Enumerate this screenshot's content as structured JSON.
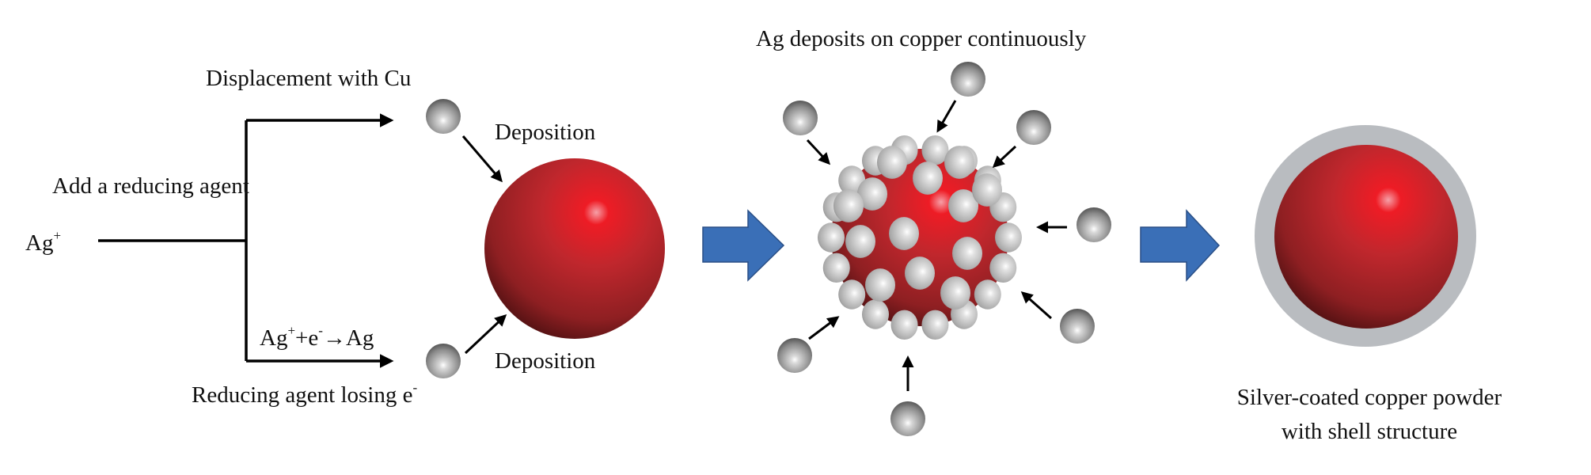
{
  "labels": {
    "displacement": "Displacement with Cu",
    "add_reducing_agent": "Add a reducing agent",
    "ag_ion_base": "Ag",
    "ag_ion_charge": "+",
    "reaction": {
      "ag": "Ag",
      "plus_sup": "+",
      "plus_e": "+e",
      "minus_sup": "-",
      "arrow": "→",
      "product": "Ag"
    },
    "reducing_agent": "Reducing agent losing e",
    "reducing_agent_sup": "-",
    "deposition_top": "Deposition",
    "deposition_bottom": "Deposition",
    "continuous": "Ag deposits on copper continuously",
    "result_line1": "Silver-coated copper powder",
    "result_line2": "with shell structure"
  },
  "colors": {
    "copper": "#c0272d",
    "silver": "#b9bcc0",
    "arrow_blue": "#3a6fb7"
  }
}
